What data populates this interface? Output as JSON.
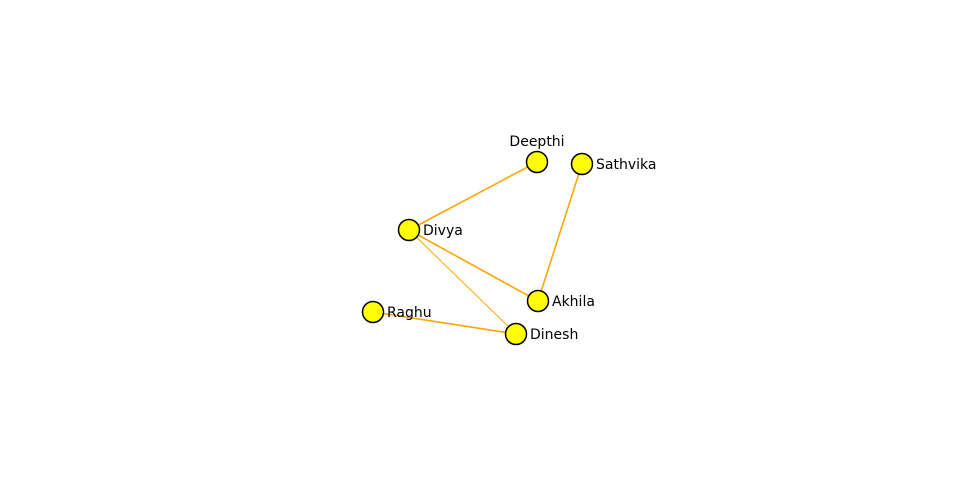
{
  "graph": {
    "node_color": "#ffff00",
    "edge_color": "#ffa500",
    "nodes": [
      {
        "id": "Deepthi",
        "label": "Deepthi"
      },
      {
        "id": "Sathvika",
        "label": "Sathvika"
      },
      {
        "id": "Divya",
        "label": "Divya"
      },
      {
        "id": "Akhila",
        "label": "Akhila"
      },
      {
        "id": "Raghu",
        "label": "Raghu"
      },
      {
        "id": "Dinesh",
        "label": "Dinesh"
      }
    ],
    "edges": [
      {
        "source": "Divya",
        "target": "Deepthi",
        "weight": 2
      },
      {
        "source": "Divya",
        "target": "Akhila",
        "weight": 2
      },
      {
        "source": "Divya",
        "target": "Dinesh",
        "weight": 1
      },
      {
        "source": "Sathvika",
        "target": "Akhila",
        "weight": 2
      },
      {
        "source": "Raghu",
        "target": "Dinesh",
        "weight": 2
      }
    ]
  }
}
